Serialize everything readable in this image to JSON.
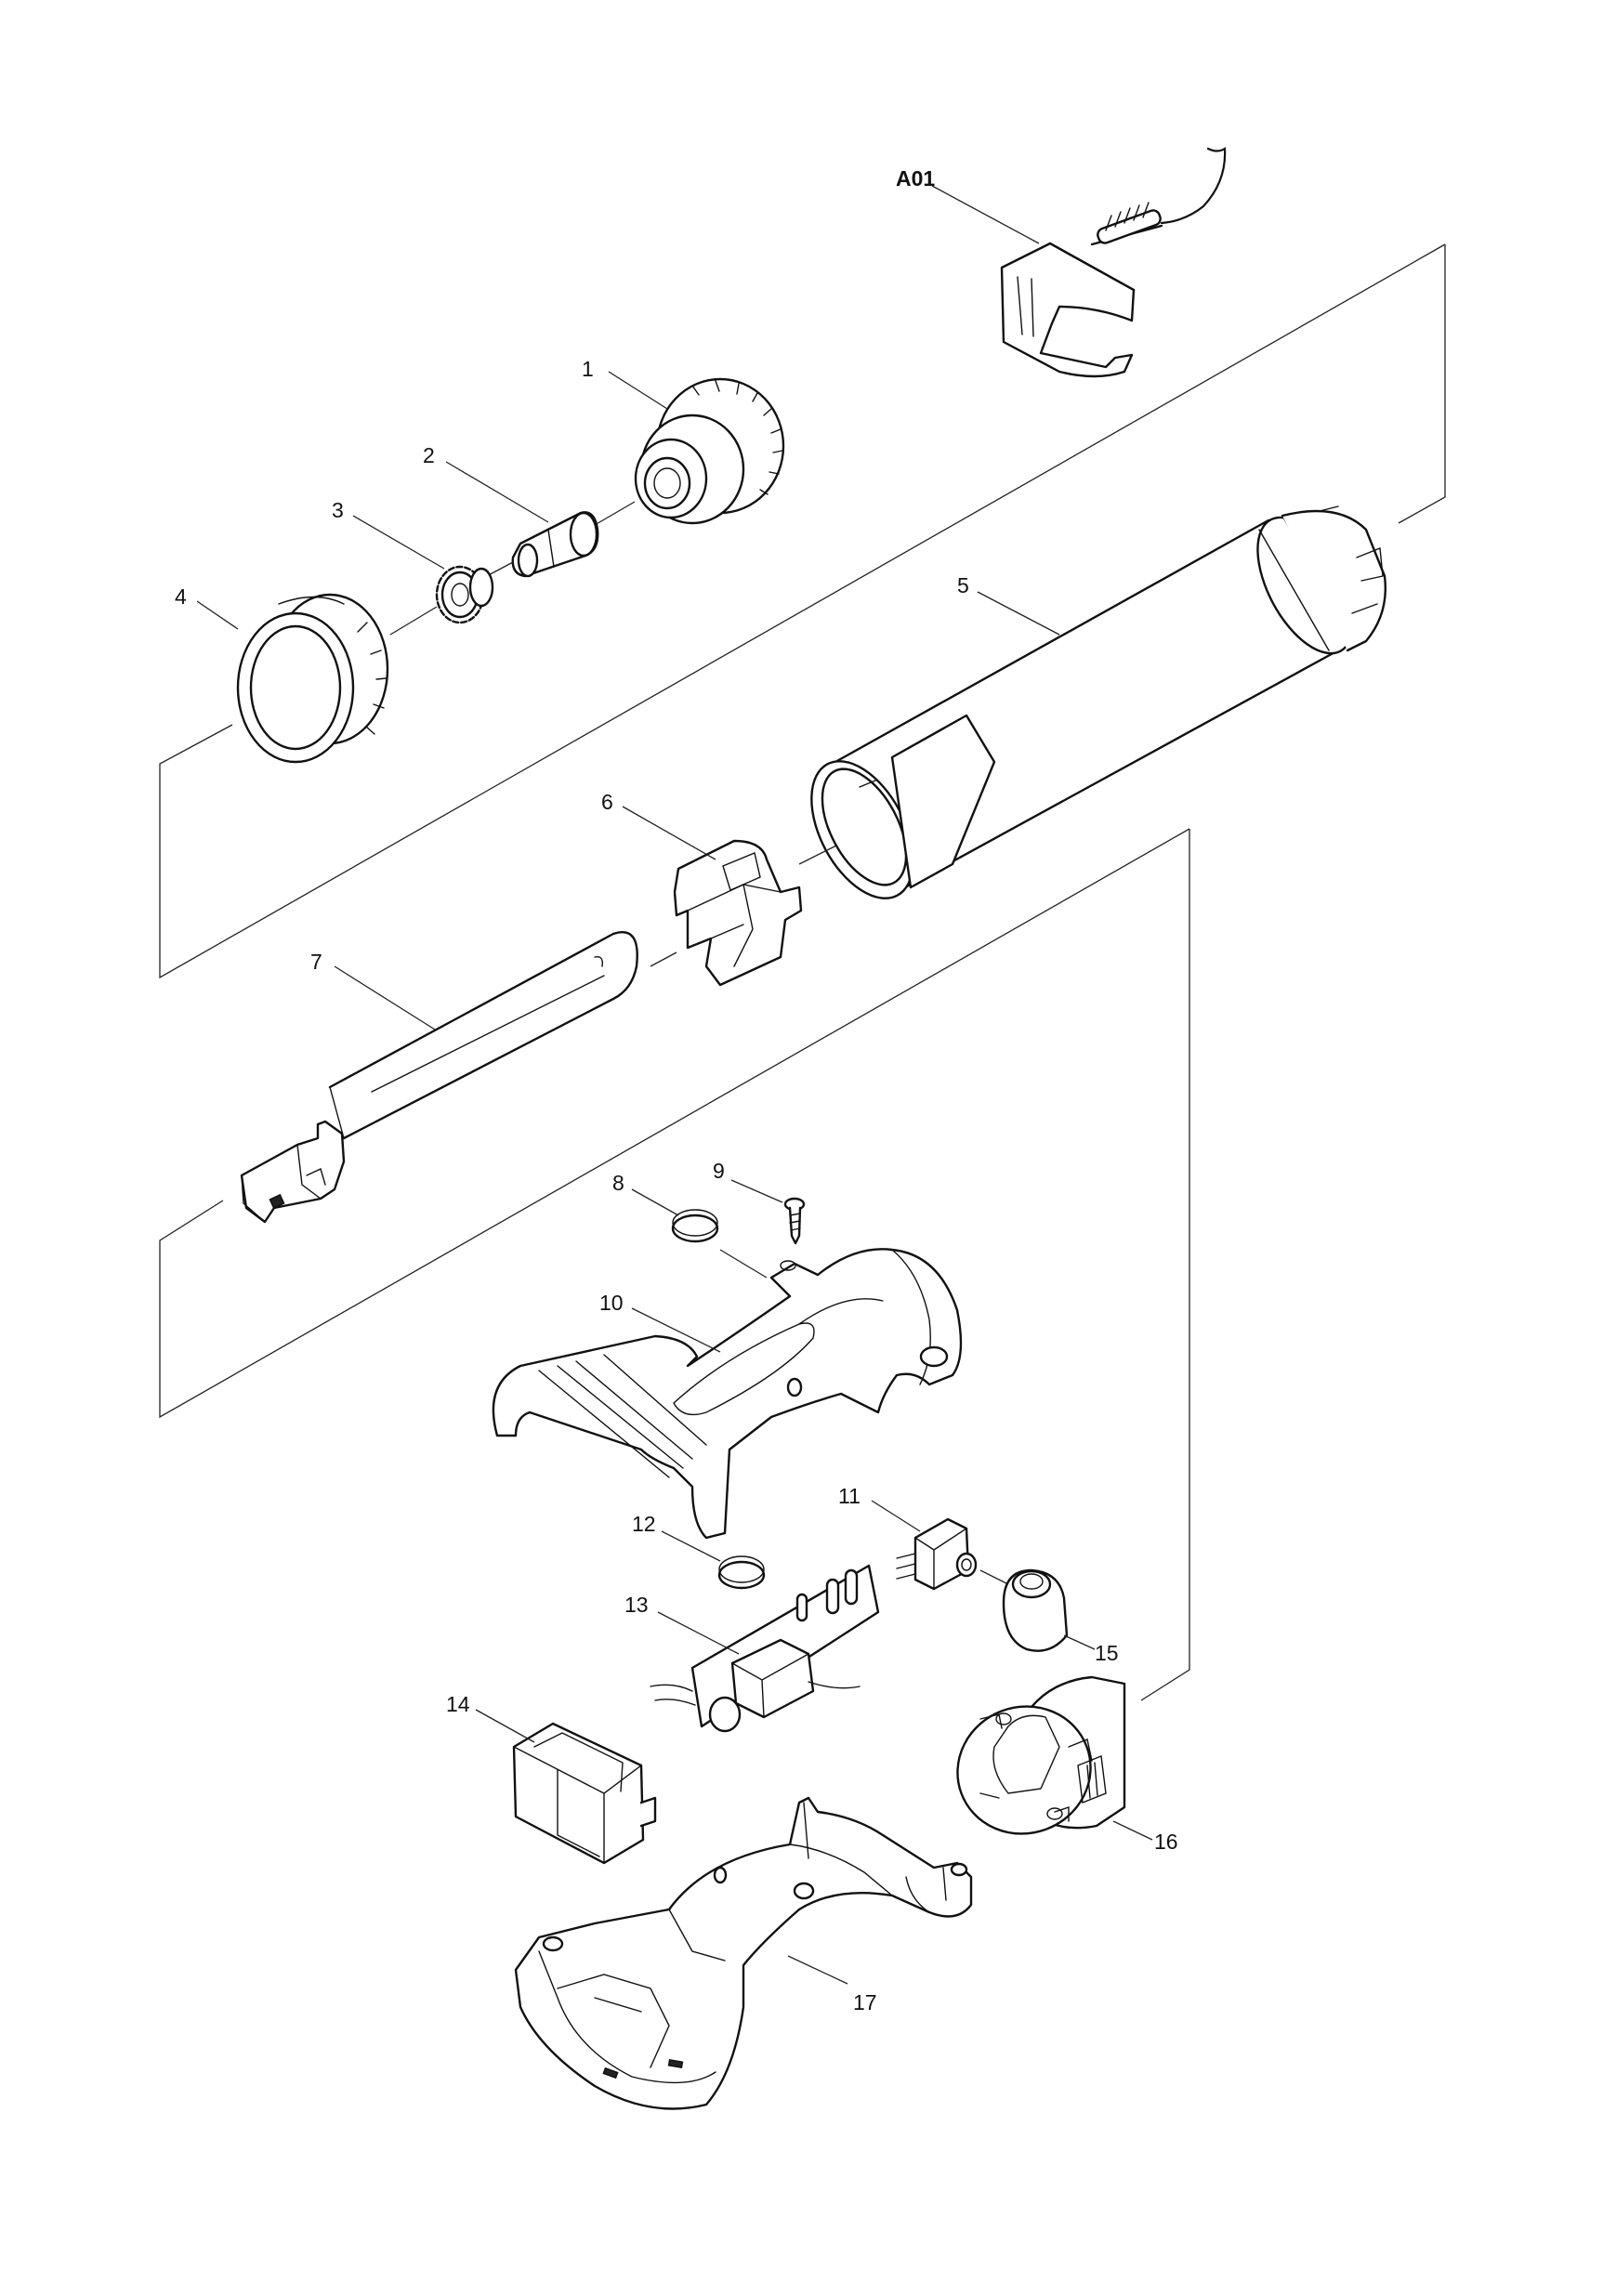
{
  "labels": {
    "a01": "A01",
    "p1": "1",
    "p2": "2",
    "p3": "3",
    "p4": "4",
    "p5": "5",
    "p6": "6",
    "p7": "7",
    "p8": "8",
    "p9": "9",
    "p10": "10",
    "p11": "11",
    "p12": "12",
    "p13": "13",
    "p14": "14",
    "p15": "15",
    "p16": "16",
    "p17": "17"
  }
}
